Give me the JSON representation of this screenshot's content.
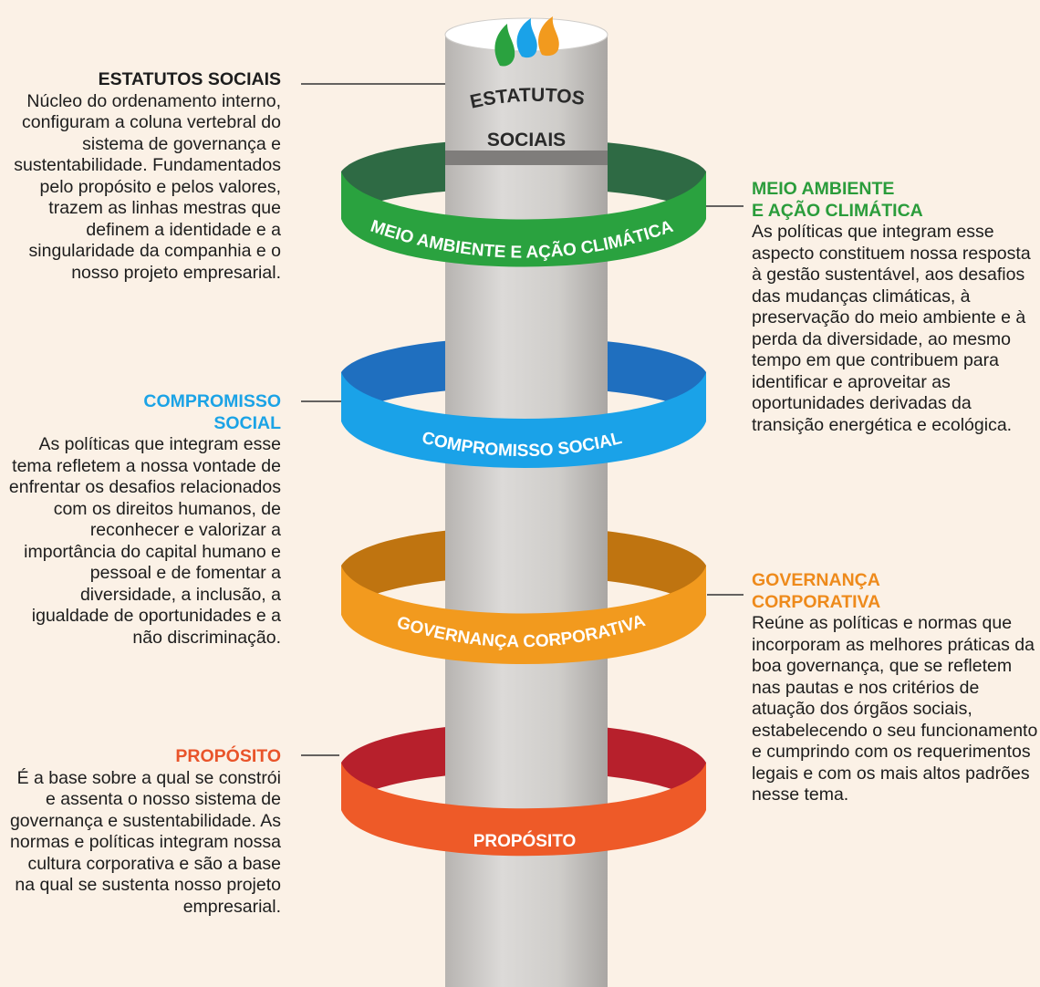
{
  "pillar": {
    "label_line1": "ESTATUTOS",
    "label_line2": "SOCIAIS"
  },
  "rings": [
    {
      "label": "MEIO AMBIENTE E AÇÃO CLIMÁTICA",
      "front_color": "#2aa23f",
      "back_color": "#2e6a44"
    },
    {
      "label": "COMPROMISSO SOCIAL",
      "front_color": "#1aa2e8",
      "back_color": "#1f6fbf"
    },
    {
      "label": "GOVERNANÇA CORPORATIVA",
      "front_color": "#f29a1e",
      "back_color": "#bf7410"
    },
    {
      "label": "PROPÓSITO",
      "front_color": "#ee5a28",
      "back_color": "#b7202c"
    }
  ],
  "logo": {
    "icon": "flame-leaves-logo",
    "colors": [
      "#2aa23f",
      "#1aa2e8",
      "#f29a1e"
    ]
  },
  "sections": {
    "estatutos": {
      "heading": "ESTATUTOS SOCIAIS",
      "body": "Núcleo do ordenamento interno, configuram a coluna vertebral do sistema de governança e sustentabilidade. Fundamentados pelo propósito e pelos valores, trazem as linhas mestras que definem a identidade e a singularidade da companhia e o nosso projeto empresarial."
    },
    "compromisso": {
      "heading_line1": "COMPROMISSO",
      "heading_line2": "SOCIAL",
      "body": "As políticas que integram esse tema refletem a nossa vontade de enfrentar os desafios relacionados com os direitos humanos, de reconhecer e valorizar a importância do capital humano e pessoal e de fomentar a diversidade, a inclusão, a igualdade de oportunidades e a não discriminação."
    },
    "proposito": {
      "heading": "PROPÓSITO",
      "body": "É a base sobre a qual se constrói e assenta o nosso sistema de governança e sustentabilidade. As normas e políticas integram nossa cultura corporativa e são a base na qual se sustenta nosso projeto empresarial."
    },
    "meio": {
      "heading_line1": "MEIO AMBIENTE",
      "heading_line2": "E AÇÃO CLIMÁTICA",
      "body": "As políticas que integram esse aspecto constituem nossa resposta à gestão sustentável, aos desafios das mudanças climáticas, à preservação do meio ambiente e à perda da diversidade, ao mesmo tempo em que contribuem para identificar e aproveitar as oportunidades derivadas da transição energética e ecológica."
    },
    "governanca": {
      "heading_line1": "GOVERNANÇA",
      "heading_line2": "CORPORATIVA",
      "body": "Reúne as políticas e normas que incorporam as melhores práticas da boa governança, que se refletem nas pautas e nos critérios de atuação dos órgãos sociais, estabelecendo o seu funcionamento e cumprindo com os requerimentos legais e com os mais altos padrões nesse tema."
    }
  }
}
